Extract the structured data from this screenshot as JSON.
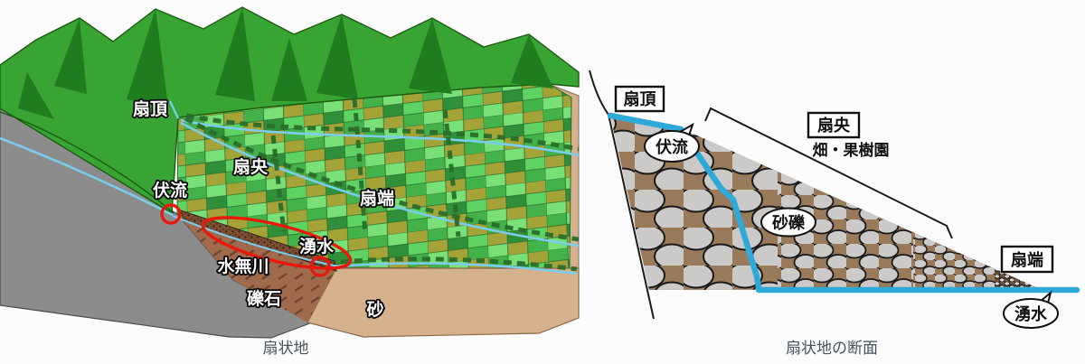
{
  "page": {
    "background": "#fcfcfc"
  },
  "colors": {
    "water": "#2FA9D8",
    "river": "#7CCDEB",
    "annotation": "#E8190C",
    "caption": "#46525E",
    "mountain": "#38A434",
    "mountain_dark": "#1F7C1F",
    "rock_grey": "#8C8C8C",
    "field_light": "#79E077",
    "field_green": "#43B24B",
    "field_dark": "#2F9039",
    "field_olive": "#A4A338",
    "soil_brown": "#A06B4C",
    "soil_hatch": "#6F4532",
    "sand_tan": "#D5B28D",
    "section_soil": "#997A5B",
    "cobble_grey": "#CBCAC8"
  },
  "left_figure": {
    "caption": "扇状地",
    "labels": {
      "apex": "扇頂",
      "center": "扇央",
      "end": "扇端",
      "infiltration": "伏流",
      "spring": "湧水",
      "dry_river": "水無川",
      "gravel": "礫石",
      "sand": "砂"
    }
  },
  "right_figure": {
    "caption": "扇状地の断面",
    "labels": {
      "apex": "扇頂",
      "infiltration": "伏流",
      "center": "扇央",
      "center_land_use": "畑・果樹園",
      "sand_gravel": "砂礫",
      "end": "扇端",
      "spring": "湧水"
    }
  }
}
